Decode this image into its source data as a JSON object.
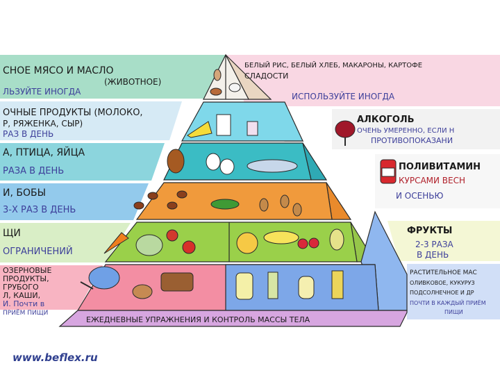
{
  "left_panels": [
    {
      "line1": "СНОЕ МЯСО И МАСЛО",
      "line2": "(ЖИВОТНОЕ)",
      "line3": "ЛЬЗУЙТЕ ИНОГДА"
    },
    {
      "line1": "ОЧНЫЕ ПРОДУКТЫ (МОЛОКО,",
      "line2": "Р, РЯЖЕНКА, СЫР)",
      "line3": "РАЗ В ДЕНЬ"
    },
    {
      "line1": "А, ПТИЦА, ЯЙЦА",
      "line2": "РАЗА В ДЕНЬ"
    },
    {
      "line1": "И, БОБЫ",
      "line2": "3-Х РАЗ В ДЕНЬ"
    },
    {
      "line1": "ЩИ",
      "line2": "ОГРАНИЧЕНИЙ"
    },
    {
      "line1": "ОЗЕРНОВЫЕ",
      "line2": "ПРОДУКТЫ,",
      "line3": "ГРУБОГО",
      "line4": "Л, КАШИ,",
      "line5": "И. Почти в",
      "line6": "ПРИЁМ ПИЩИ"
    }
  ],
  "right_panels": [
    {
      "line1": "БЕЛЫЙ РИС, БЕЛЫЙ ХЛЕБ, МАКАРОНЫ, КАРТОФЕ",
      "line2": "СЛАДОСТИ",
      "line3": "ИСПОЛЬЗУЙТЕ ИНОГДА"
    },
    {
      "title": "АЛКОГОЛЬ",
      "line2": "ОЧЕНЬ УМЕРЕННО, ЕСЛИ Н",
      "line3": "ПРОТИВОПОКАЗАНИ"
    },
    {
      "title": "ПОЛИВИТАМИН",
      "line2": "КУРСАМИ ВЕСН",
      "line3": "И ОСЕНЬЮ"
    },
    {
      "title": "ФРУКТЫ",
      "line2": "2-3 РАЗА",
      "line3": "В ДЕНЬ"
    },
    {
      "line1": "РАСТИТЕЛЬНОЕ МАС",
      "line2": "ОЛИВКОВОЕ, КУКУРУЗ",
      "line3": "ПОДСОЛНЕЧНОЕ И ДР",
      "line4": "ПОЧТИ В КАЖДЫЙ ПРИЁМ",
      "line5": "ПИЩИ"
    }
  ],
  "base_label": "ЕЖЕДНЕВНЫЕ УПРАЖНЕНИЯ И КОНТРОЛЬ МАССЫ ТЕЛА",
  "footer_link": "www.beflex.ru",
  "colors": {
    "tier_top": "#f3f0ea",
    "tier_dairy": "#7fd8ea",
    "tier_protein": "#3bbcc4",
    "tier_legumes": "#f09a3c",
    "tier_veg_fruit": "#9ad04a",
    "tier_grains": "#f38ea3",
    "tier_oils": "#7da7e8",
    "base": "#d7a6e0"
  }
}
